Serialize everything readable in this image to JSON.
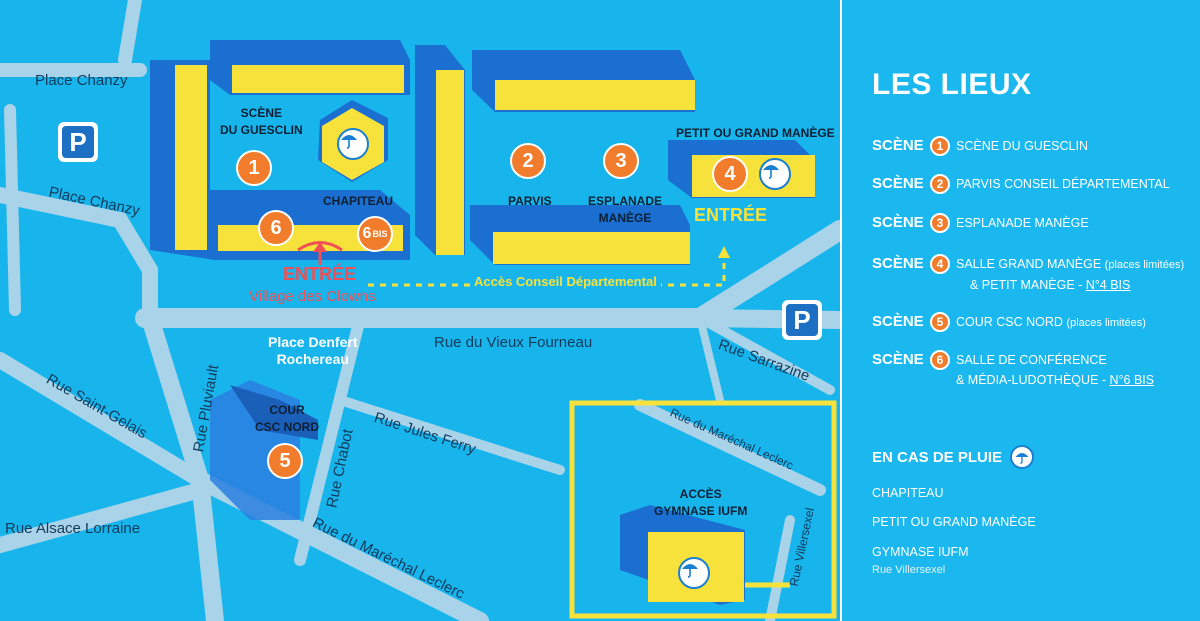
{
  "map": {
    "streets": {
      "place_chanzy_top": "Place Chanzy",
      "place_chanzy_left": "Place Chanzy",
      "vieux_fourneau": "Rue du Vieux Fourneau",
      "sarrazine": "Rue Sarrazine",
      "saint_gelais": "Rue Saint-Gelais",
      "pluviault": "Rue Pluviault",
      "alsace_lorraine": "Rue Alsace Lorraine",
      "chabot": "Rue Chabot",
      "jules_ferry": "Rue Jules Ferry",
      "marechal_leclerc_bottom": "Rue du Maréchal Leclerc",
      "marechal_leclerc_inset": "Rue du Maréchal Leclerc",
      "villersexel": "Rue Villersexel",
      "place_denfert": "Place Denfert\nRochereau"
    },
    "places": {
      "scene_guesclin": "SCÈNE\nDU GUESCLIN",
      "chapiteau": "CHAPITEAU",
      "parvis": "PARVIS",
      "esplanade": "ESPLANADE\nMANÈGE",
      "petit_grand_manege": "PETIT OU GRAND MANÈGE",
      "cour_csc": "COUR\nCSC NORD",
      "acces_gymnase": "ACCÈS\nGYMNASE IUFM"
    },
    "markers": {
      "m1": "1",
      "m2": "2",
      "m3": "3",
      "m4": "4",
      "m5": "5",
      "m6": "6",
      "m6bis": "6",
      "m6bis_sup": "BIS"
    },
    "parking_label": "P",
    "entree_east": "ENTRÉE",
    "entree_main": "ENTRÉE",
    "village_clowns": "Village des Clowns",
    "acces_conseil": "Accès Conseil Départemental",
    "icons": [
      "parking-icon",
      "umbrella-icon",
      "arrow-up-icon"
    ],
    "colors": {
      "water": "#18b5ec",
      "building_yellow": "#f7e23b",
      "building_blue": "#1a6fd0",
      "road": "#a7d2e6",
      "marker_orange": "#f07c2c",
      "entree_red": "#f04f55",
      "acces_yellow": "#f7e23b"
    }
  },
  "sidebar": {
    "title": "LES LIEUX",
    "scene_word": "SCÈNE",
    "items": [
      {
        "num": "1",
        "text": "SCÈNE DU GUESCLIN"
      },
      {
        "num": "2",
        "text": "PARVIS CONSEIL DÉPARTEMENTAL"
      },
      {
        "num": "3",
        "text": "ESPLANADE MANÈGE"
      },
      {
        "num": "4",
        "text": "SALLE GRAND MANÈGE",
        "note": "(places limitées)",
        "line2_a": "& PETIT MANÈGE - ",
        "line2_b": "N°4 BIS"
      },
      {
        "num": "5",
        "text": "COUR CSC NORD",
        "note": "(places limitées)"
      },
      {
        "num": "6",
        "text": "SALLE DE CONFÉRENCE",
        "line2_a": "& MÉDIA-LUDOTHÈQUE - ",
        "line2_b": "N°6 BIS"
      }
    ],
    "pluie_title": "EN CAS DE PLUIE",
    "pluie_items": [
      "CHAPITEAU",
      "PETIT OU GRAND MANÈGE",
      "GYMNASE IUFM"
    ],
    "pluie_sub": "Rue Villersexel"
  }
}
